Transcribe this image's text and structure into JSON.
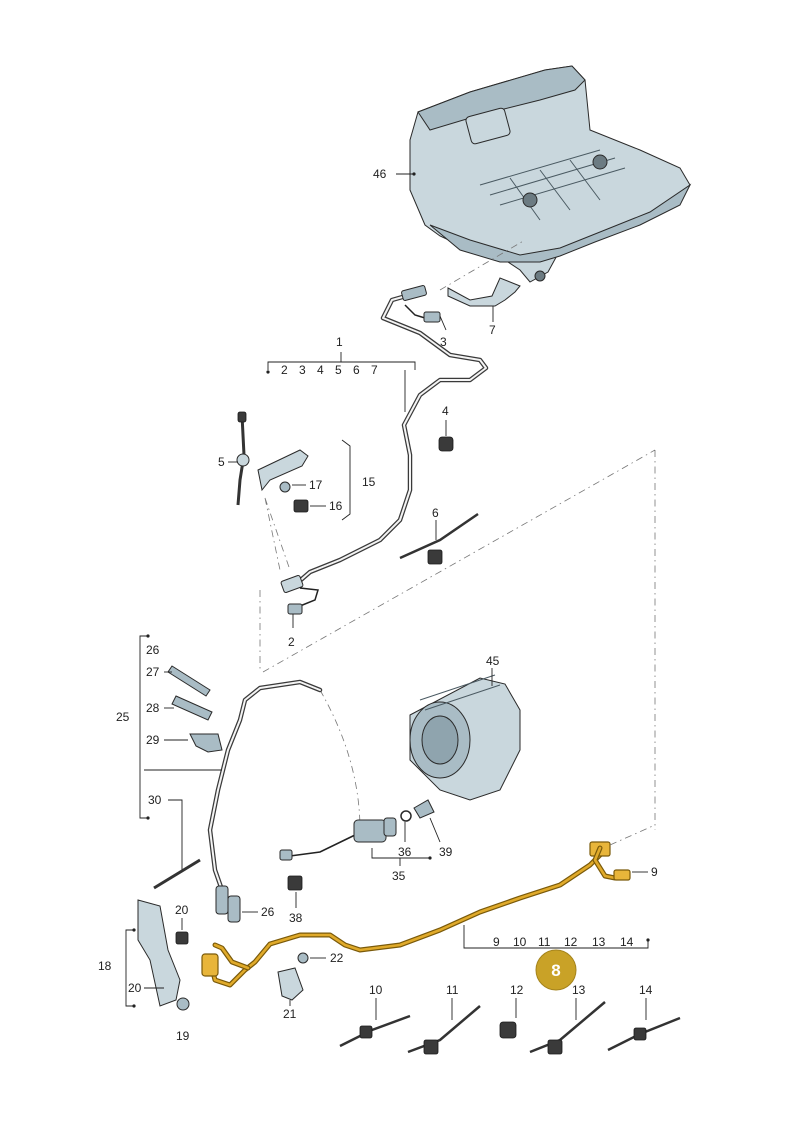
{
  "callouts": {
    "c1": "1",
    "c2": "2",
    "c3": "3",
    "c4": "4",
    "c5": "5",
    "c6": "6",
    "c7": "7",
    "c15": "15",
    "c16": "16",
    "c17": "17",
    "c45": "45",
    "c46": "46",
    "c25": "25",
    "c26": "26",
    "c27": "27",
    "c28": "28",
    "c29": "29",
    "c30": "30",
    "c35": "35",
    "c36": "36",
    "c38": "38",
    "c39": "39",
    "c9_right": "9",
    "c18": "18",
    "c19": "19",
    "c20a": "20",
    "c20b": "20",
    "c21": "21",
    "c22": "22",
    "c26b": "26",
    "c10b": "10",
    "c11b": "11",
    "c12b": "12",
    "c13b": "13",
    "c14b": "14"
  },
  "group_1": [
    "2",
    "3",
    "4",
    "5",
    "6",
    "7"
  ],
  "group_8": [
    "9",
    "10",
    "11",
    "12",
    "13",
    "14"
  ],
  "badge": {
    "label": "8",
    "color": "#c9a227"
  },
  "colors": {
    "highlight_line": "#e0aa2a",
    "part_fill": "#c9d7dd",
    "ink": "#222222"
  }
}
